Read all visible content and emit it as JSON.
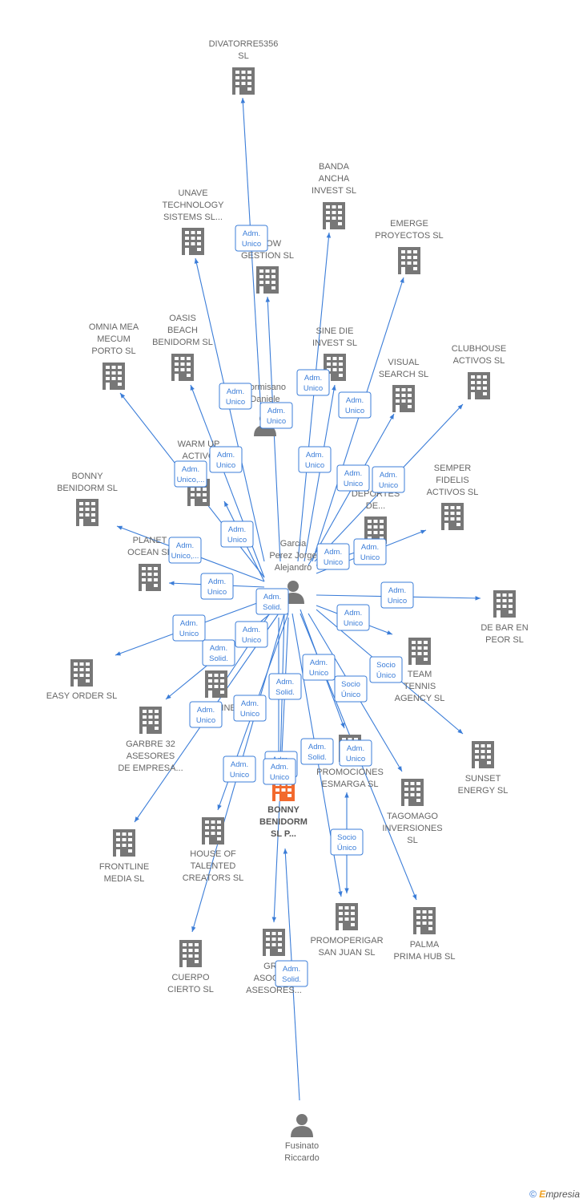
{
  "colors": {
    "edge": "#3b7dd8",
    "node": "#777777",
    "focus": "#f26a2e"
  },
  "nodes": [
    {
      "id": "divatorre",
      "type": "company",
      "label": [
        "DIVATORRE5356",
        "SL"
      ]
    },
    {
      "id": "unave",
      "type": "company",
      "label": [
        "UNAVE",
        "TECHNOLOGY",
        "SISTEMS SL..."
      ]
    },
    {
      "id": "banda",
      "type": "company",
      "label": [
        "BANDA",
        "ANCHA",
        "INVEST SL"
      ]
    },
    {
      "id": "emerge",
      "type": "company",
      "label": [
        "EMERGE",
        "PROYECTOS SL"
      ]
    },
    {
      "id": "know",
      "type": "company",
      "label": [
        "KNOW",
        "GESTION SL"
      ]
    },
    {
      "id": "omnia",
      "type": "company",
      "label": [
        "OMNIA MEA",
        "MECUM",
        "PORTO SL"
      ]
    },
    {
      "id": "oasis",
      "type": "company",
      "label": [
        "OASIS",
        "BEACH",
        "BENIDORM SL"
      ]
    },
    {
      "id": "sinedie",
      "type": "company",
      "label": [
        "SINE DIE",
        "INVEST SL"
      ]
    },
    {
      "id": "clubhouse",
      "type": "company",
      "label": [
        "CLUBHOUSE",
        "ACTIVOS SL"
      ]
    },
    {
      "id": "visual",
      "type": "company",
      "label": [
        "VISUAL",
        "SEARCH SL"
      ]
    },
    {
      "id": "formisano",
      "type": "person",
      "label": [
        "Formisano",
        "Daniele"
      ]
    },
    {
      "id": "warmup",
      "type": "company",
      "label": [
        "WARM UP",
        "ACTIVO",
        "SL"
      ]
    },
    {
      "id": "bonnyben",
      "type": "company",
      "label": [
        "BONNY",
        "BENIDORM SL"
      ]
    },
    {
      "id": "semper",
      "type": "company",
      "label": [
        "SEMPER",
        "FIDELIS",
        "ACTIVOS SL"
      ]
    },
    {
      "id": "deportes",
      "type": "company",
      "label": [
        "DEPORTES",
        "DE..."
      ]
    },
    {
      "id": "planet",
      "type": "company",
      "label": [
        "PLANET",
        "OCEAN SL"
      ]
    },
    {
      "id": "garcia",
      "type": "person",
      "label": [
        "Garcia",
        "Perez Jorge",
        "Alejandro"
      ]
    },
    {
      "id": "debar",
      "type": "company",
      "label": [
        "DE BAR EN",
        "PEOR SL"
      ]
    },
    {
      "id": "easyorder",
      "type": "company",
      "label": [
        "EASY ORDER SL"
      ]
    },
    {
      "id": "team",
      "type": "company",
      "label": [
        "TEAM",
        "TENNIS",
        "AGENCY SL"
      ]
    },
    {
      "id": "thinline",
      "type": "company",
      "label": [
        "THE LINE"
      ]
    },
    {
      "id": "garbre",
      "type": "company",
      "label": [
        "GARBRE 32",
        "ASESORES",
        "DE EMPRESA..."
      ]
    },
    {
      "id": "sunset",
      "type": "company",
      "label": [
        "SUNSET",
        "ENERGY SL"
      ]
    },
    {
      "id": "promociones",
      "type": "company",
      "label": [
        "PROMOCIONES",
        "ESMARGA SL"
      ]
    },
    {
      "id": "bonnyp",
      "type": "focus",
      "label": [
        "BONNY",
        "BENIDORM",
        "SL P..."
      ]
    },
    {
      "id": "tagomago",
      "type": "company",
      "label": [
        "TAGOMAGO",
        "INVERSIONES",
        "SL"
      ]
    },
    {
      "id": "frontline",
      "type": "company",
      "label": [
        "FRONTLINE",
        "MEDIA SL"
      ]
    },
    {
      "id": "house",
      "type": "company",
      "label": [
        "HOUSE OF",
        "TALENTED",
        "CREATORS SL"
      ]
    },
    {
      "id": "promoperigar",
      "type": "company",
      "label": [
        "PROMOPERIGAR",
        "SAN JUAN SL"
      ]
    },
    {
      "id": "palma",
      "type": "company",
      "label": [
        "PALMA",
        "PRIMA HUB SL"
      ]
    },
    {
      "id": "cuerpo",
      "type": "company",
      "label": [
        "CUERPO",
        "CIERTO SL"
      ]
    },
    {
      "id": "grupo",
      "type": "company",
      "label": [
        "GR...",
        "ASOCIA...",
        "ASESORES..."
      ]
    },
    {
      "id": "fusinato",
      "type": "person",
      "label": [
        "Fusinato",
        "Riccardo"
      ]
    }
  ],
  "edge_labels": [
    {
      "lines": [
        "Adm.",
        "Unico"
      ]
    },
    {
      "lines": [
        "Adm.",
        "Unico"
      ]
    },
    {
      "lines": [
        "Adm.",
        "Unico"
      ]
    },
    {
      "lines": [
        "Adm.",
        "Unico"
      ]
    },
    {
      "lines": [
        "Adm.",
        "Unico"
      ]
    },
    {
      "lines": [
        "Adm.",
        "Unico"
      ]
    },
    {
      "lines": [
        "Adm.",
        "Unico,..."
      ]
    },
    {
      "lines": [
        "Adm.",
        "Unico"
      ]
    },
    {
      "lines": [
        "Adm.",
        "Unico"
      ]
    },
    {
      "lines": [
        "Adm.",
        "Unico"
      ]
    },
    {
      "lines": [
        "Adm.",
        "Unico"
      ]
    },
    {
      "lines": [
        "Adm.",
        "Unico"
      ]
    },
    {
      "lines": [
        "Adm.",
        "Unico,..."
      ]
    },
    {
      "lines": [
        "Adm.",
        "Unico"
      ]
    },
    {
      "lines": [
        "Adm.",
        "Unico"
      ]
    },
    {
      "lines": [
        "Adm.",
        "Solid."
      ]
    },
    {
      "lines": [
        "Adm.",
        "Unico"
      ]
    },
    {
      "lines": [
        "Adm.",
        "Unico"
      ]
    },
    {
      "lines": [
        "Adm.",
        "Unico"
      ]
    },
    {
      "lines": [
        "Adm.",
        "Solid."
      ]
    },
    {
      "lines": [
        "Adm.",
        "Unico"
      ]
    },
    {
      "lines": [
        "Socio",
        "Único"
      ]
    },
    {
      "lines": [
        "Adm.",
        "Unico"
      ]
    },
    {
      "lines": [
        "Adm.",
        "Solid."
      ]
    },
    {
      "lines": [
        "Socio",
        "Único"
      ]
    },
    {
      "lines": [
        "Adm.",
        "Unico"
      ]
    },
    {
      "lines": [
        "Adm.",
        "Unico"
      ]
    },
    {
      "lines": [
        "Adm.",
        "Solid."
      ]
    },
    {
      "lines": [
        "Adm.",
        "Unico"
      ]
    },
    {
      "lines": [
        "Adm.",
        "Unico"
      ]
    },
    {
      "lines": [
        "Adm.",
        "Unico"
      ]
    },
    {
      "lines": [
        "Socio",
        "Único"
      ]
    },
    {
      "lines": [
        "Adm.",
        "Solid."
      ]
    },
    {
      "lines": [
        "Adm.",
        "Unico"
      ]
    }
  ],
  "copyright": {
    "symbol": "©",
    "brand_initial": "E",
    "brand_rest": "mpresia"
  }
}
